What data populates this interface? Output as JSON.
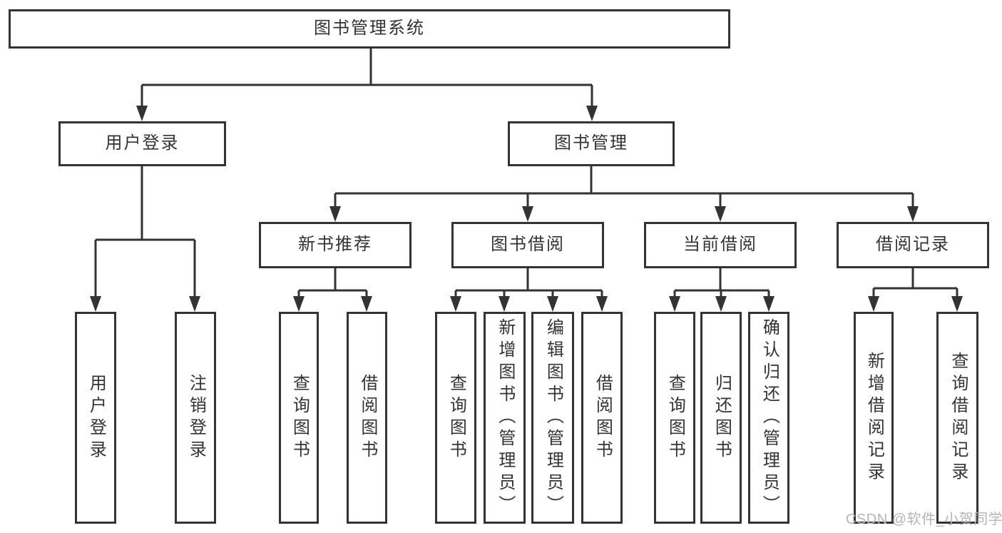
{
  "colors": {
    "line": "#333333",
    "text": "#333333",
    "box_background": "#ffffff",
    "watermark_text": "#b5b5b5"
  },
  "watermark": "CSDN @软件_小贺同学",
  "diagram": {
    "root": {
      "label": "图书管理系统"
    },
    "branches": [
      {
        "label": "用户登录",
        "children": [
          {
            "label": "用户登录"
          },
          {
            "label": "注销登录"
          }
        ]
      },
      {
        "label": "图书管理",
        "children": [
          {
            "label": "新书推荐",
            "children": [
              {
                "label": "查询图书"
              },
              {
                "label": "借阅图书"
              }
            ]
          },
          {
            "label": "图书借阅",
            "children": [
              {
                "label": "查询图书"
              },
              {
                "label": "新增图书（管理员）"
              },
              {
                "label": "编辑图书（管理员）"
              },
              {
                "label": "借阅图书"
              }
            ]
          },
          {
            "label": "当前借阅",
            "children": [
              {
                "label": "查询图书"
              },
              {
                "label": "归还图书"
              },
              {
                "label": "确认归还（管理员）"
              }
            ]
          },
          {
            "label": "借阅记录",
            "children": [
              {
                "label": "新增借阅记录"
              },
              {
                "label": "查询借阅记录"
              }
            ]
          }
        ]
      }
    ]
  }
}
